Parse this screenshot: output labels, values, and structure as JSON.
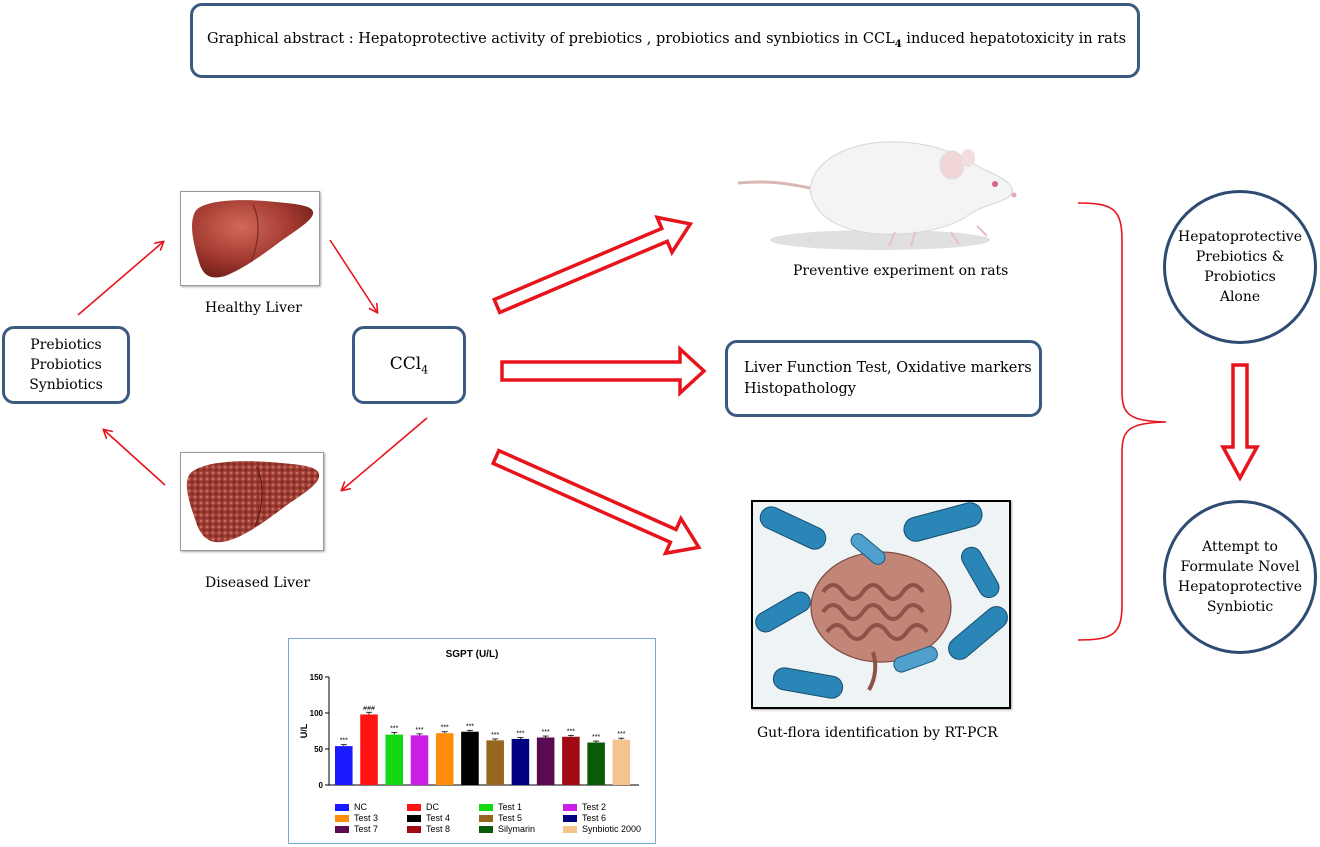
{
  "title": {
    "text": "Graphical abstract : Hepatoprotective activity of prebiotics , probiotics and synbiotics  in CCL",
    "sub": "4",
    "suffix": " induced  hepatotoxicity in rats"
  },
  "left_box": {
    "lines": [
      "Prebiotics",
      "Probiotics",
      "Synbiotics"
    ]
  },
  "healthy_liver_label": "Healthy Liver",
  "diseased_liver_label": "Diseased Liver",
  "ccl4_box": {
    "text": "CCl",
    "sub": "4"
  },
  "preventive_label": "Preventive experiment on rats",
  "lft_box": {
    "line1": "Liver Function Test, Oxidative markers",
    "line2": "Histopathology"
  },
  "gut_label": "Gut-flora identification by RT-PCR",
  "circle_top": {
    "lines": [
      "Hepatoprotective",
      "Prebiotics  &",
      "Probiotics",
      "Alone"
    ]
  },
  "circle_bottom": {
    "lines": [
      "Attempt to",
      "Formulate Novel",
      "Hepatoprotective",
      "Synbiotic"
    ]
  },
  "colors": {
    "arrow_red": "#e8141c",
    "box_border": "#3a5a82"
  },
  "chart_data": {
    "type": "bar",
    "title": "SGPT (U/L)",
    "ylabel": "U/L",
    "xlabel": "",
    "ylim": [
      0,
      150
    ],
    "yticks": [
      0,
      50,
      100,
      150
    ],
    "categories": [
      "NC",
      "DC",
      "Test 1",
      "Test 2",
      "Test 3",
      "Test 4",
      "Test 5",
      "Test 6",
      "Test 7",
      "Test 8",
      "Silymarin",
      "Synbiotic 2000"
    ],
    "values": [
      54,
      98,
      70,
      69,
      72,
      74,
      62,
      64,
      66,
      67,
      59,
      63
    ],
    "errors": [
      2,
      3,
      3,
      2,
      2,
      2,
      2,
      2,
      2,
      2,
      2,
      2
    ],
    "bar_colors": [
      "#1a1aff",
      "#ff1414",
      "#14d814",
      "#c81ee6",
      "#ff8c0a",
      "#000000",
      "#96661e",
      "#000080",
      "#5a0a50",
      "#a00a14",
      "#0a5a0a",
      "#f5c38c"
    ],
    "annotations": [
      "***",
      "###",
      "***",
      "***",
      "***",
      "***",
      "***",
      "***",
      "***",
      "***",
      "***",
      "***"
    ],
    "legend_order": [
      "NC",
      "DC",
      "Test 1",
      "Test 2",
      "Test 3",
      "Test 4",
      "Test 5",
      "Test 6",
      "Test 7",
      "Test 8",
      "Silymarin",
      "Synbiotic 2000"
    ]
  }
}
